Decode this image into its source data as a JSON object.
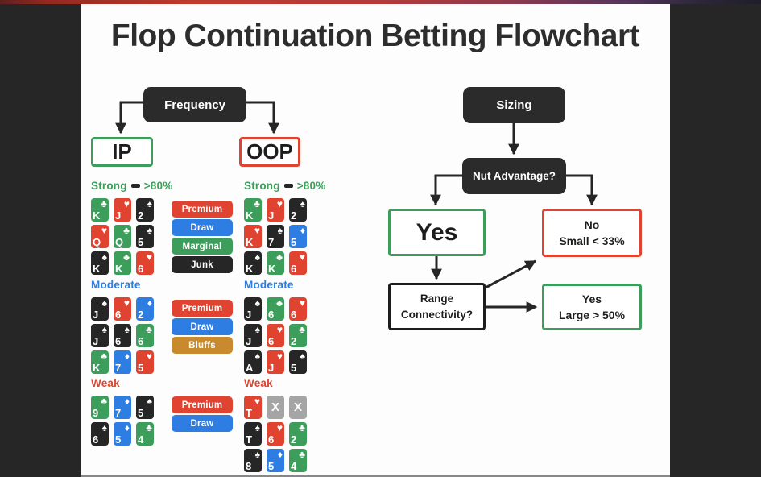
{
  "page": {
    "title": "Flop Continuation Betting Flowchart"
  },
  "colors": {
    "green": "#3d9e5c",
    "red": "#e04330",
    "blue": "#2e7de2",
    "black": "#262626",
    "orange": "#c9892d",
    "gray": "#a5a5a5",
    "node_dark": "#2b2b2b"
  },
  "suits": {
    "c": {
      "name": "club",
      "glyph": "♣",
      "color_key": "green"
    },
    "h": {
      "name": "heart",
      "glyph": "♥",
      "color_key": "red"
    },
    "s": {
      "name": "spade",
      "glyph": "♠",
      "color_key": "black"
    },
    "d": {
      "name": "diamond",
      "glyph": "♦",
      "color_key": "blue"
    },
    "x": {
      "name": "any",
      "glyph": "X",
      "color_key": "gray"
    }
  },
  "frequency_flow": {
    "root_label": "Frequency",
    "ip_label": "IP",
    "oop_label": "OOP"
  },
  "sizing_flow": {
    "root_label": "Sizing",
    "question": "Nut Advantage?",
    "yes_label": "Yes",
    "no_line1": "No",
    "no_line2": "Small < 33%",
    "connectivity_line1": "Range",
    "connectivity_line2": "Connectivity?",
    "large_line1": "Yes",
    "large_line2": "Large > 50%"
  },
  "sections": {
    "ip": [
      {
        "title": "Strong",
        "suffix": ">80%",
        "color": "green",
        "cards": [
          [
            "Kc",
            "Jh",
            "2s"
          ],
          [
            "Qh",
            "Qc",
            "5s"
          ],
          [
            "Ks",
            "Kc",
            "6h"
          ]
        ]
      },
      {
        "title": "Moderate",
        "color": "blue",
        "cards": [
          [
            "Js",
            "6h",
            "2d"
          ],
          [
            "Js",
            "6s",
            "6c"
          ],
          [
            "Kc",
            "7d",
            "5h"
          ]
        ]
      },
      {
        "title": "Weak",
        "color": "red",
        "cards": [
          [
            "9c",
            "7d",
            "5s"
          ],
          [
            "6s",
            "5d",
            "4c"
          ]
        ]
      }
    ],
    "oop": [
      {
        "title": "Strong",
        "suffix": ">80%",
        "color": "green",
        "cards": [
          [
            "Kc",
            "Jh",
            "2s"
          ],
          [
            "Kh",
            "7s",
            "5d"
          ],
          [
            "Ks",
            "Kc",
            "6h"
          ]
        ]
      },
      {
        "title": "Moderate",
        "color": "blue",
        "cards": [
          [
            "Js",
            "6c",
            "6h"
          ],
          [
            "Js",
            "6h",
            "2c"
          ],
          [
            "As",
            "Jh",
            "5s"
          ]
        ]
      },
      {
        "title": "Weak",
        "color": "red",
        "cards": [
          [
            "Th",
            "Xx",
            "Xx"
          ],
          [
            "Ts",
            "6h",
            "2c"
          ],
          [
            "8s",
            "5d",
            "4c"
          ]
        ]
      }
    ],
    "legend": [
      {
        "group": "strong",
        "items": [
          {
            "label": "Premium",
            "color": "red"
          },
          {
            "label": "Draw",
            "color": "blue"
          },
          {
            "label": "Marginal",
            "color": "green"
          },
          {
            "label": "Junk",
            "color": "black"
          }
        ]
      },
      {
        "group": "moderate",
        "items": [
          {
            "label": "Premium",
            "color": "red"
          },
          {
            "label": "Draw",
            "color": "blue"
          },
          {
            "label": "Bluffs",
            "color": "orange"
          }
        ]
      },
      {
        "group": "weak",
        "items": [
          {
            "label": "Premium",
            "color": "red"
          },
          {
            "label": "Draw",
            "color": "blue"
          }
        ]
      }
    ]
  }
}
